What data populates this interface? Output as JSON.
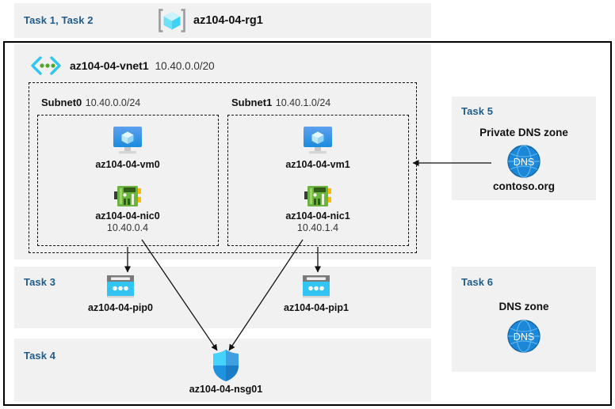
{
  "header": {
    "task_label": "Task 1, Task 2",
    "resource_group_icon": "resource-group-cube-icon",
    "resource_group_name": "az104-04-rg1"
  },
  "vnet": {
    "icon": "virtual-network-icon",
    "name": "az104-04-vnet1",
    "address_space": "10.40.0.0/20",
    "subnets": [
      {
        "name": "Subnet0",
        "cidr": "10.40.0.0/24",
        "vm": {
          "icon": "virtual-machine-icon",
          "name": "az104-04-vm0"
        },
        "nic": {
          "icon": "network-interface-icon",
          "name": "az104-04-nic0",
          "private_ip": "10.40.0.4"
        }
      },
      {
        "name": "Subnet1",
        "cidr": "10.40.1.0/24",
        "vm": {
          "icon": "virtual-machine-icon",
          "name": "az104-04-vm1"
        },
        "nic": {
          "icon": "network-interface-icon",
          "name": "az104-04-nic1",
          "private_ip": "10.40.1.4"
        }
      }
    ]
  },
  "task3": {
    "label": "Task 3",
    "public_ips": [
      {
        "icon": "public-ip-address-icon",
        "name": "az104-04-pip0"
      },
      {
        "icon": "public-ip-address-icon",
        "name": "az104-04-pip1"
      }
    ]
  },
  "task4": {
    "label": "Task 4",
    "nsg": {
      "icon": "network-security-group-shield-icon",
      "name": "az104-04-nsg01"
    }
  },
  "task5": {
    "label": "Task 5",
    "zone_type": "Private DNS zone",
    "icon": "dns-globe-icon",
    "icon_text": "DNS",
    "zone_name": "contoso.org"
  },
  "task6": {
    "label": "Task 6",
    "zone_type": "DNS zone",
    "icon": "dns-globe-icon",
    "icon_text": "DNS"
  },
  "colors": {
    "task_label": "#1f5c8b",
    "panel_bg": "#f1f1f1",
    "page_bg": "#ffffff",
    "azure_blue": "#0078d4",
    "cyan": "#32c5f4",
    "nic_green": "#6cb33f",
    "border": "#000000"
  }
}
